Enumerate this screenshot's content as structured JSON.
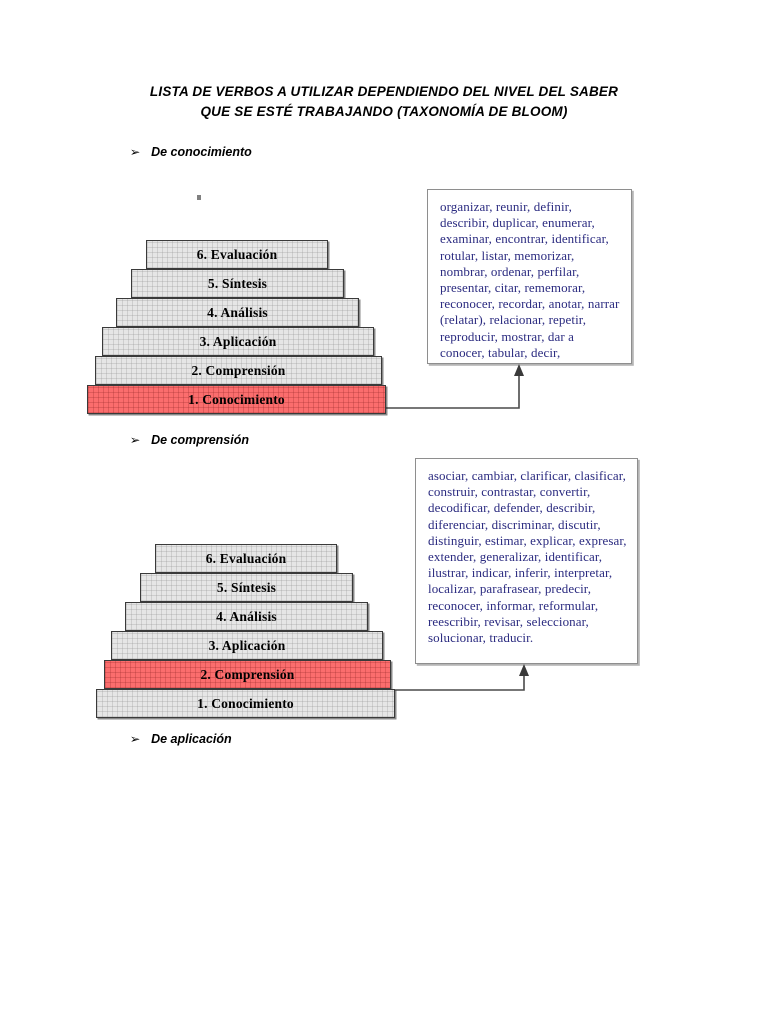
{
  "title": {
    "line1": "LISTA DE VERBOS A UTILIZAR DEPENDIENDO DEL NIVEL DEL SABER",
    "line2": "QUE SE ESTÉ TRABAJANDO (TAXONOMÍA DE BLOOM)"
  },
  "bullets": {
    "glyph": "➢",
    "conocimiento": "De conocimiento",
    "comprension": "De comprensión",
    "aplicacion": "De aplicación"
  },
  "colors": {
    "step_fill": "#e6e6e6",
    "step_highlight": "#fb6d6d",
    "step_border": "#3a3a3a",
    "verb_text": "#2b2b80",
    "box_border": "#8e8e8e",
    "connector": "#4a4a4a"
  },
  "pyramid_levels": [
    {
      "n": "6",
      "label": "6. Evaluación"
    },
    {
      "n": "5",
      "label": "5. Síntesis"
    },
    {
      "n": "4",
      "label": "4. Análisis"
    },
    {
      "n": "3",
      "label": "3. Aplicación"
    },
    {
      "n": "2",
      "label": "2. Comprensión"
    },
    {
      "n": "1",
      "label": "1.  Conocimiento"
    }
  ],
  "pyramid_one": {
    "highlighted_level": "1.  Conocimiento",
    "steps": [
      {
        "label": "6. Evaluación",
        "highlighted": false
      },
      {
        "label": "5. Síntesis",
        "highlighted": false
      },
      {
        "label": "4. Análisis",
        "highlighted": false
      },
      {
        "label": "3. Aplicación",
        "highlighted": false
      },
      {
        "label": "2. Comprensión",
        "highlighted": false
      },
      {
        "label": "1.  Conocimiento",
        "highlighted": true
      }
    ]
  },
  "pyramid_two": {
    "highlighted_level": "2. Comprensión",
    "steps": [
      {
        "label": "6. Evaluación",
        "highlighted": false
      },
      {
        "label": "5. Síntesis",
        "highlighted": false
      },
      {
        "label": "4. Análisis",
        "highlighted": false
      },
      {
        "label": "3. Aplicación",
        "highlighted": false
      },
      {
        "label": "2. Comprensión",
        "highlighted": true
      },
      {
        "label": "1.  Conocimiento",
        "highlighted": false
      }
    ]
  },
  "verb_box_conocimiento": {
    "text": "organizar, reunir, definir, describir, duplicar, enumerar, examinar, encontrar, identificar, rotular, listar, memorizar, nombrar, ordenar, perfilar, presentar, citar, rememorar, reconocer, recordar, anotar, narrar (relatar), relacionar, repetir, reproducir, mostrar, dar a conocer, tabular, decir,",
    "verbs": [
      "organizar",
      "reunir",
      "definir",
      "describir",
      "duplicar",
      "enumerar",
      "examinar",
      "encontrar",
      "identificar",
      "rotular",
      "listar",
      "memorizar",
      "nombrar",
      "ordenar",
      "perfilar",
      "presentar",
      "citar",
      "rememorar",
      "reconocer",
      "recordar",
      "anotar",
      "narrar (relatar)",
      "relacionar",
      "repetir",
      "reproducir",
      "mostrar",
      "dar a conocer",
      "tabular",
      "decir"
    ]
  },
  "verb_box_comprension": {
    "text": "asociar, cambiar, clarificar, clasificar, construir, contrastar, convertir, decodificar, defender, describir, diferenciar, discriminar, discutir, distinguir, estimar, explicar, expresar, extender, generalizar, identificar, ilustrar, indicar, inferir, interpretar, localizar, parafrasear, predecir, reconocer, informar, reformular, reescribir, revisar, seleccionar, solucionar, traducir.",
    "verbs": [
      "asociar",
      "cambiar",
      "clarificar",
      "clasificar",
      "construir",
      "contrastar",
      "convertir",
      "decodificar",
      "defender",
      "describir",
      "diferenciar",
      "discriminar",
      "discutir",
      "distinguir",
      "estimar",
      "explicar",
      "expresar",
      "extender",
      "generalizar",
      "identificar",
      "ilustrar",
      "indicar",
      "inferir",
      "interpretar",
      "localizar",
      "parafrasear",
      "predecir",
      "reconocer",
      "informar",
      "reformular",
      "reescribir",
      "revisar",
      "seleccionar",
      "solucionar",
      "traducir"
    ]
  }
}
